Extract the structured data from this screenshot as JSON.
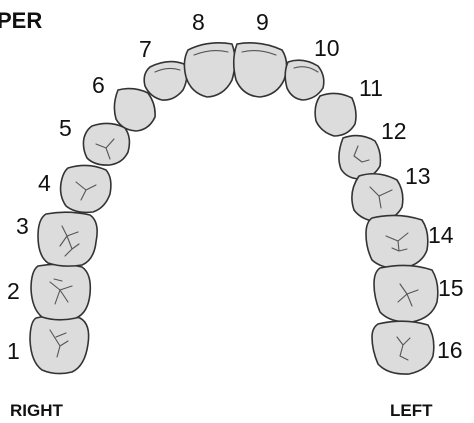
{
  "title": "PER",
  "side_labels": {
    "right": "RIGHT",
    "left": "LEFT"
  },
  "teeth": [
    {
      "number": "1"
    },
    {
      "number": "2"
    },
    {
      "number": "3"
    },
    {
      "number": "4"
    },
    {
      "number": "5"
    },
    {
      "number": "6"
    },
    {
      "number": "7"
    },
    {
      "number": "8"
    },
    {
      "number": "9"
    },
    {
      "number": "10"
    },
    {
      "number": "11"
    },
    {
      "number": "12"
    },
    {
      "number": "13"
    },
    {
      "number": "14"
    },
    {
      "number": "15"
    },
    {
      "number": "16"
    }
  ]
}
